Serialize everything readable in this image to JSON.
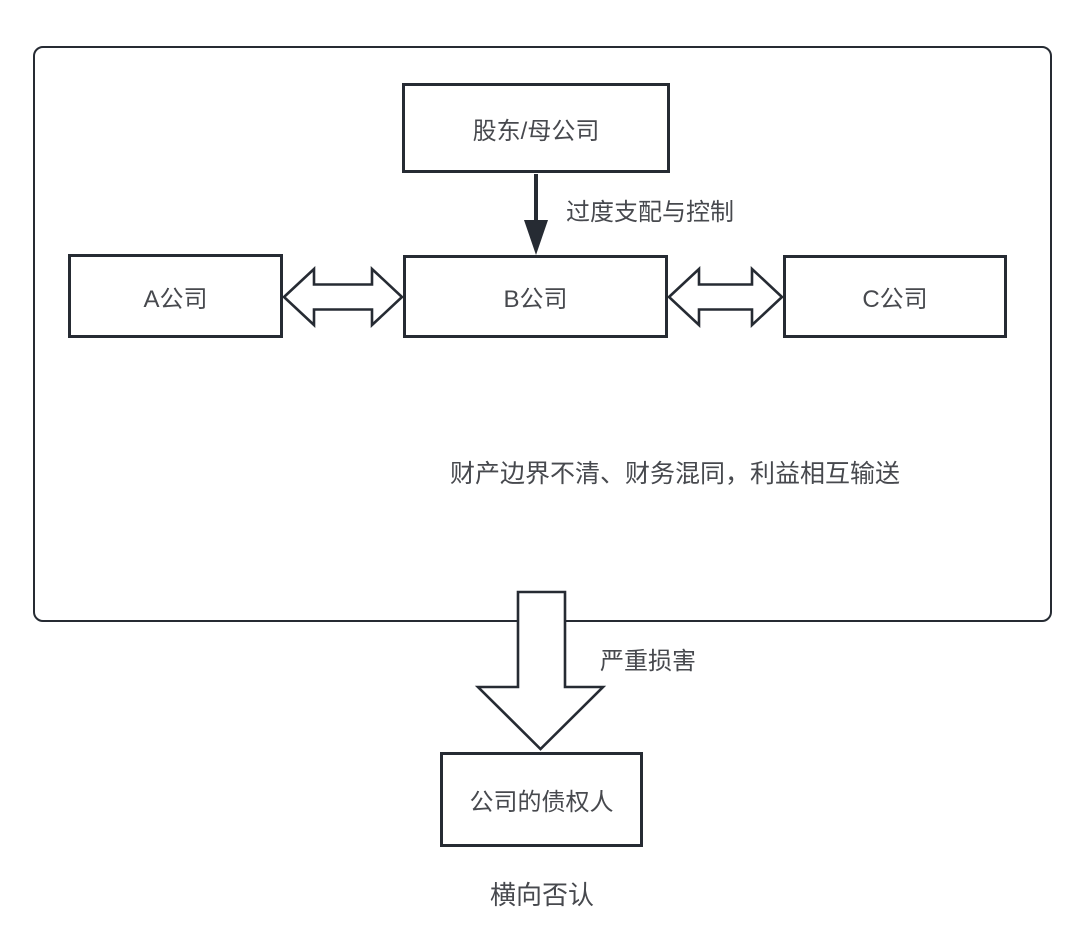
{
  "diagram": {
    "type": "flowchart",
    "colors": {
      "stroke": "#262b33",
      "text": "#47494e",
      "background": "#ffffff"
    },
    "nodes": {
      "shareholder": {
        "label": "股东/母公司"
      },
      "company_a": {
        "label": "A公司"
      },
      "company_b": {
        "label": "B公司"
      },
      "company_c": {
        "label": "C公司"
      },
      "creditors": {
        "label": "公司的债权人"
      }
    },
    "edges": {
      "control": {
        "from": "shareholder",
        "to": "company_b",
        "label": "过度支配与控制",
        "style": "solid-arrow-down"
      },
      "a_b": {
        "from": "company_a",
        "to": "company_b",
        "label": "",
        "style": "hollow-double-arrow"
      },
      "b_c": {
        "from": "company_b",
        "to": "company_c",
        "label": "",
        "style": "hollow-double-arrow"
      },
      "damage": {
        "from": "group",
        "to": "creditors",
        "label": "严重损害",
        "style": "hollow-block-arrow-down"
      }
    },
    "note": "财产边界不清、财务混同，利益相互输送",
    "caption": "横向否认"
  }
}
